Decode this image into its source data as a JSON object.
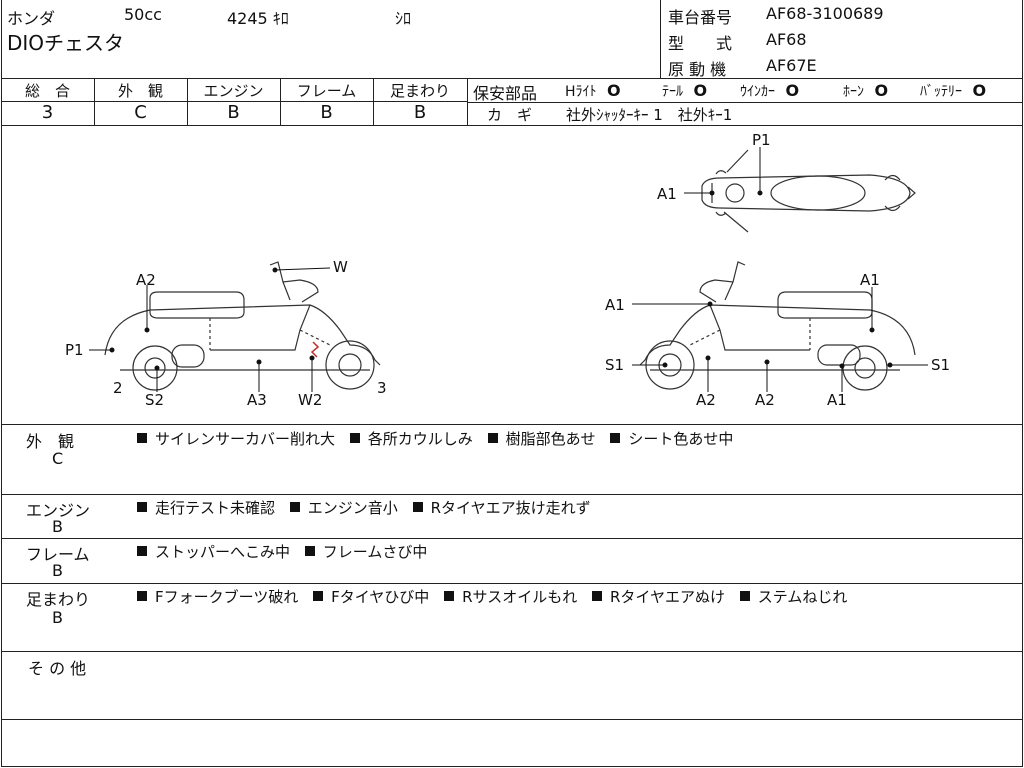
{
  "header": {
    "maker": "ホンダ",
    "displacement": "50cc",
    "mileage": "4245 ｷﾛ",
    "color": "ｼﾛ",
    "model_name": "DIOチェスタ",
    "frame_label": "車台番号",
    "frame_value": "AF68-3100689",
    "type_label": "型　　式",
    "type_value": "AF68",
    "engine_label": "原 動 機",
    "engine_value": "AF67E"
  },
  "grades": [
    {
      "label": "総　合",
      "value": "3"
    },
    {
      "label": "外　観",
      "value": "C"
    },
    {
      "label": "エンジン",
      "value": "B"
    },
    {
      "label": "フレーム",
      "value": "B"
    },
    {
      "label": "足まわり",
      "value": "B"
    }
  ],
  "safety": {
    "label": "保安部品",
    "items": [
      {
        "label": "Hﾗｲﾄ",
        "mark": "O"
      },
      {
        "label": "ﾃｰﾙ",
        "mark": "O"
      },
      {
        "label": "ｳｲﾝｶｰ",
        "mark": "O"
      },
      {
        "label": "ﾎｰﾝ",
        "mark": "O"
      },
      {
        "label": "ﾊﾞｯﾃﾘｰ",
        "mark": "O"
      }
    ]
  },
  "keys": {
    "label": "カ　ギ",
    "value": "社外ｼｬｯﾀｰｷｰ 1　社外ｷｰ1"
  },
  "diagram": {
    "top": {
      "P1": "P1",
      "A1": "A1"
    },
    "left": {
      "W": "W",
      "A2": "A2",
      "P1": "P1",
      "num2": "2",
      "S2": "S2",
      "A3": "A3",
      "W2": "W2",
      "num3": "3"
    },
    "right": {
      "A1a": "A1",
      "A1b": "A1",
      "S1a": "S1",
      "S1b": "S1",
      "A2a": "A2",
      "A2b": "A2",
      "A1c": "A1"
    }
  },
  "remarks": [
    {
      "title": "外　観",
      "grade": "C",
      "items": [
        "サイレンサーカバー削れ大",
        "各所カウルしみ",
        "樹脂部色あせ",
        "シート色あせ中"
      ]
    },
    {
      "title": "エンジン",
      "grade": "B",
      "items": [
        "走行テスト未確認",
        "エンジン音小",
        "Rタイヤエア抜け走れず"
      ]
    },
    {
      "title": "フレーム",
      "grade": "B",
      "items": [
        "ストッパーへこみ中",
        "フレームさび中"
      ]
    },
    {
      "title": "足まわり",
      "grade": "B",
      "items": [
        "Fフォークブーツ破れ",
        "Fタイヤひび中",
        "Rサスオイルもれ",
        "Rタイヤエアぬけ",
        "ステムねじれ"
      ]
    },
    {
      "title": "そ の 他",
      "grade": "",
      "items": []
    }
  ]
}
